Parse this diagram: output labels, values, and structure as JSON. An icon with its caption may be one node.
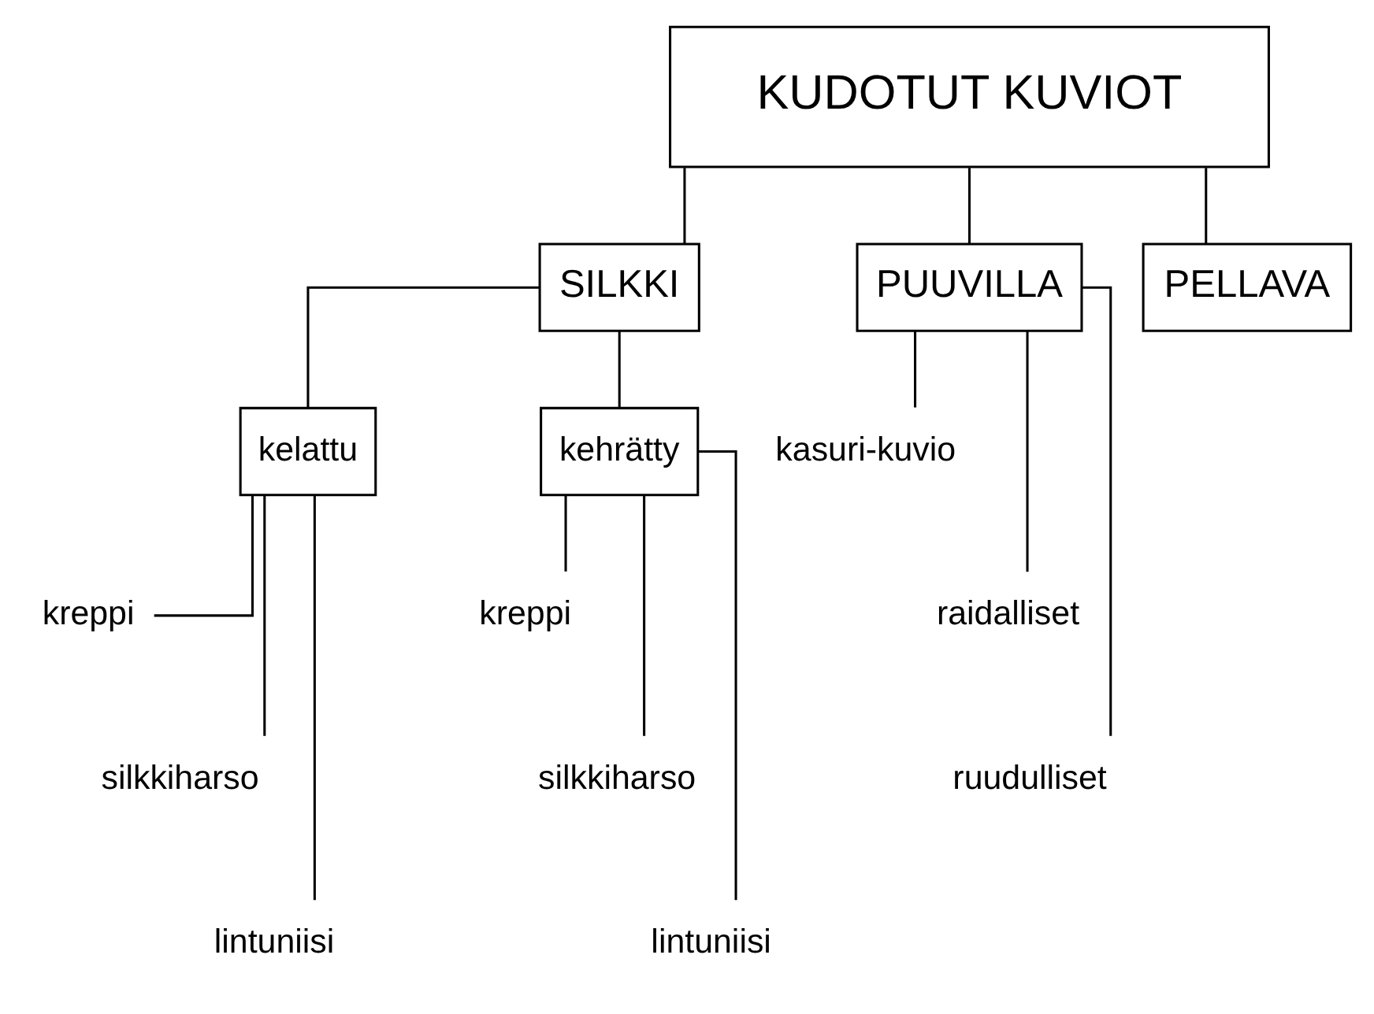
{
  "diagram": {
    "nodes": [
      {
        "text": [
          "KUDOTUT KUVIOT"
        ]
      },
      {
        "text": [
          "SILKKI"
        ]
      },
      {
        "text": [
          "PUUVILLA"
        ]
      },
      {
        "text": [
          "PELLAVA"
        ]
      },
      {
        "text": [
          "kelattu"
        ]
      },
      {
        "text": [
          "kehrätty"
        ]
      },
      {
        "text": [
          "kreppi"
        ]
      },
      {
        "text": [
          "silkkiharso"
        ]
      },
      {
        "text": [
          "lintuniisi"
        ]
      },
      {
        "text": [
          "kreppi"
        ]
      },
      {
        "text": [
          "silkkiharso"
        ]
      },
      {
        "text": [
          "lintuniisi"
        ]
      },
      {
        "text": [
          "kasuri-kuvio"
        ]
      },
      {
        "text": [
          "raidalliset"
        ]
      },
      {
        "text": [
          "ruudulliset"
        ]
      }
    ],
    "edges": [
      {
        "from": 0,
        "to": 1,
        "arrow": "none"
      },
      {
        "from": 0,
        "to": 2,
        "arrow": "none"
      },
      {
        "from": 0,
        "to": 3,
        "arrow": "none"
      },
      {
        "from": 1,
        "to": 4,
        "arrow": "none"
      },
      {
        "from": 1,
        "to": 5,
        "arrow": "none"
      },
      {
        "from": 4,
        "to": 6,
        "arrow": "none"
      },
      {
        "from": 4,
        "to": 7,
        "arrow": "none"
      },
      {
        "from": 4,
        "to": 8,
        "arrow": "none"
      },
      {
        "from": 5,
        "to": 9,
        "arrow": "none"
      },
      {
        "from": 5,
        "to": 10,
        "arrow": "none"
      },
      {
        "from": 5,
        "to": 11,
        "arrow": "none"
      },
      {
        "from": 2,
        "to": 12,
        "arrow": "none"
      },
      {
        "from": 2,
        "to": 13,
        "arrow": "none"
      },
      {
        "from": 2,
        "to": 14,
        "arrow": "none"
      }
    ]
  }
}
